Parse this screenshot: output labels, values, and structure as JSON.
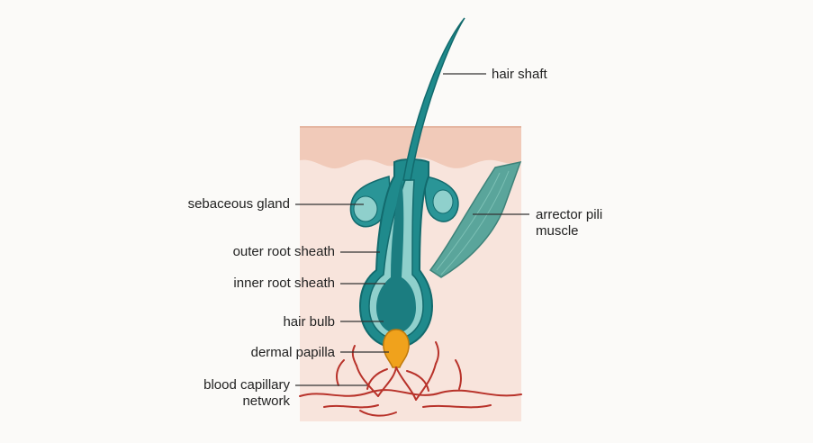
{
  "labels": {
    "hair_shaft": "hair shaft",
    "sebaceous_gland": "sebaceous gland",
    "arrector_pili_line1": "arrector pili",
    "arrector_pili_line2": "muscle",
    "outer_root_sheath": "outer root sheath",
    "inner_root_sheath": "inner root sheath",
    "hair_bulb": "hair bulb",
    "dermal_papilla": "dermal papilla",
    "blood_capillary_line1": "blood capillary",
    "blood_capillary_line2": "network"
  },
  "colors": {
    "background": "#fbfaf8",
    "dermis": "#f8e4dc",
    "epidermis": "#f1cab9",
    "follicle": "#1f8a8c",
    "follicle_dark": "#126a6d",
    "inner_sheath": "#8fd0cc",
    "papilla": "#f0a21c",
    "capillary": "#b8322a",
    "muscle": "#4f9f95",
    "leader_line": "#333333"
  }
}
